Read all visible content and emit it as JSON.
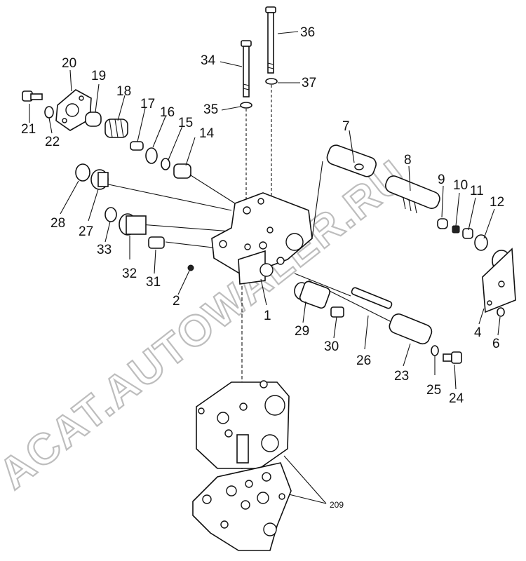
{
  "watermark": "ACAT.AUTOWALER.RU",
  "reference_label": "209",
  "part_labels": [
    {
      "id": "1",
      "text": "1"
    },
    {
      "id": "2",
      "text": "2"
    },
    {
      "id": "4",
      "text": "4"
    },
    {
      "id": "6",
      "text": "6"
    },
    {
      "id": "7",
      "text": "7"
    },
    {
      "id": "8",
      "text": "8"
    },
    {
      "id": "9",
      "text": "9"
    },
    {
      "id": "10",
      "text": "10"
    },
    {
      "id": "11",
      "text": "11"
    },
    {
      "id": "12",
      "text": "12"
    },
    {
      "id": "14",
      "text": "14"
    },
    {
      "id": "15",
      "text": "15"
    },
    {
      "id": "16",
      "text": "16"
    },
    {
      "id": "17",
      "text": "17"
    },
    {
      "id": "18",
      "text": "18"
    },
    {
      "id": "19",
      "text": "19"
    },
    {
      "id": "20",
      "text": "20"
    },
    {
      "id": "21",
      "text": "21"
    },
    {
      "id": "22",
      "text": "22"
    },
    {
      "id": "23",
      "text": "23"
    },
    {
      "id": "24",
      "text": "24"
    },
    {
      "id": "25",
      "text": "25"
    },
    {
      "id": "26",
      "text": "26"
    },
    {
      "id": "27",
      "text": "27"
    },
    {
      "id": "28",
      "text": "28"
    },
    {
      "id": "29",
      "text": "29"
    },
    {
      "id": "30",
      "text": "30"
    },
    {
      "id": "31",
      "text": "31"
    },
    {
      "id": "32",
      "text": "32"
    },
    {
      "id": "33",
      "text": "33"
    },
    {
      "id": "34",
      "text": "34"
    },
    {
      "id": "35",
      "text": "35"
    },
    {
      "id": "36",
      "text": "36"
    },
    {
      "id": "37",
      "text": "37"
    }
  ]
}
